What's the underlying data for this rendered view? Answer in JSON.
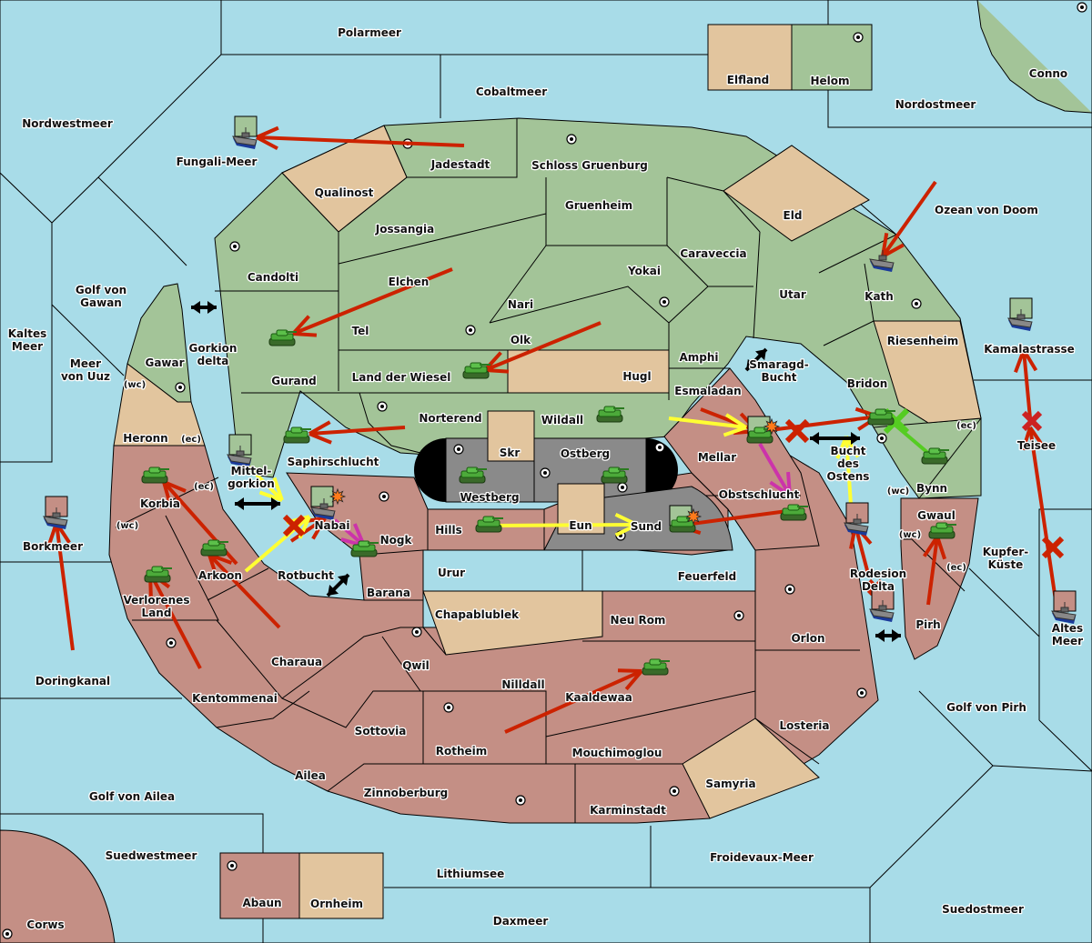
{
  "map": {
    "title": "Diplomacy map",
    "colors": {
      "sea": "#a8dce8",
      "power_green": "#a3c498",
      "power_red": "#c48f85",
      "neutral": "#e2c59e",
      "fortress": "#8a8a8a",
      "order_move": "#cc2200",
      "order_support": "#ffff33",
      "order_convoy": "#cc33aa",
      "order_hold_cut": "#55cc22"
    },
    "sea_labels": [
      {
        "id": "polarmeer",
        "text": "Polarmeer"
      },
      {
        "id": "cobaltmeer",
        "text": "Cobaltmeer"
      },
      {
        "id": "nordwestmeer",
        "text": "Nordwestmeer"
      },
      {
        "id": "fungali-meer",
        "text": "Fungali-Meer"
      },
      {
        "id": "nordostmeer",
        "text": "Nordostmeer"
      },
      {
        "id": "ozean-von-doom",
        "text": "Ozean von Doom"
      },
      {
        "id": "golf-von-gawan",
        "text": "Golf von\nGawan"
      },
      {
        "id": "kaltes-meer",
        "text": "Kaltes\nMeer"
      },
      {
        "id": "meer-von-uuz",
        "text": "Meer\nvon Uuz"
      },
      {
        "id": "gorkion-delta",
        "text": "Gorkion\ndelta"
      },
      {
        "id": "mittelgorkion",
        "text": "Mittel-\ngorkion"
      },
      {
        "id": "rotbucht",
        "text": "Rotbucht"
      },
      {
        "id": "borkmeer",
        "text": "Borkmeer"
      },
      {
        "id": "doringkanal",
        "text": "Doringkanal"
      },
      {
        "id": "golf-von-ailea",
        "text": "Golf von Ailea"
      },
      {
        "id": "suedwestmeer",
        "text": "Suedwestmeer"
      },
      {
        "id": "lithiumsee",
        "text": "Lithiumsee"
      },
      {
        "id": "daxmeer",
        "text": "Daxmeer"
      },
      {
        "id": "froidevaux-meer",
        "text": "Froidevaux-Meer"
      },
      {
        "id": "suedostmeer",
        "text": "Suedostmeer"
      },
      {
        "id": "golf-von-pirh",
        "text": "Golf von Pirh"
      },
      {
        "id": "kupfer-kueste",
        "text": "Kupfer-\nKüste"
      },
      {
        "id": "altes-meer",
        "text": "Altes\nMeer"
      },
      {
        "id": "teisee",
        "text": "Teisee"
      },
      {
        "id": "kamalastrasse",
        "text": "Kamalastrasse"
      },
      {
        "id": "smaragd-bucht",
        "text": "Smaragd-\nBucht"
      },
      {
        "id": "bucht-des-ostens",
        "text": "Bucht\ndes\nOstens"
      },
      {
        "id": "rodesion-delta",
        "text": "Rodesion\nDelta"
      }
    ],
    "land_labels": [
      {
        "id": "elfland",
        "text": "Elfland"
      },
      {
        "id": "helom",
        "text": "Helom"
      },
      {
        "id": "conno",
        "text": "Conno"
      },
      {
        "id": "jadestadt",
        "text": "Jadestadt"
      },
      {
        "id": "schloss-gruenburg",
        "text": "Schloss Gruenburg"
      },
      {
        "id": "qualinost",
        "text": "Qualinost"
      },
      {
        "id": "gruenheim",
        "text": "Gruenheim"
      },
      {
        "id": "eld",
        "text": "Eld"
      },
      {
        "id": "jossangia",
        "text": "Jossangia"
      },
      {
        "id": "caraveccia",
        "text": "Caraveccia"
      },
      {
        "id": "candolti",
        "text": "Candolti"
      },
      {
        "id": "elchen",
        "text": "Elchen"
      },
      {
        "id": "yokai",
        "text": "Yokai"
      },
      {
        "id": "nari",
        "text": "Nari"
      },
      {
        "id": "utar",
        "text": "Utar"
      },
      {
        "id": "kath",
        "text": "Kath"
      },
      {
        "id": "tel",
        "text": "Tel"
      },
      {
        "id": "olk",
        "text": "Olk"
      },
      {
        "id": "gawar",
        "text": "Gawar"
      },
      {
        "id": "gurand",
        "text": "Gurand"
      },
      {
        "id": "land-der-wiesel",
        "text": "Land der Wiesel"
      },
      {
        "id": "hugl",
        "text": "Hugl"
      },
      {
        "id": "amphi",
        "text": "Amphi"
      },
      {
        "id": "riesenheim",
        "text": "Riesenheim"
      },
      {
        "id": "esmaladan",
        "text": "Esmaladan"
      },
      {
        "id": "bridon",
        "text": "Bridon"
      },
      {
        "id": "heronn",
        "text": "Heronn"
      },
      {
        "id": "norterend",
        "text": "Norterend"
      },
      {
        "id": "wildall",
        "text": "Wildall"
      },
      {
        "id": "skr",
        "text": "Skr"
      },
      {
        "id": "ostberg",
        "text": "Ostberg"
      },
      {
        "id": "saphirschlucht",
        "text": "Saphirschlucht"
      },
      {
        "id": "mellar",
        "text": "Mellar"
      },
      {
        "id": "bynn",
        "text": "Bynn"
      },
      {
        "id": "westberg",
        "text": "Westberg"
      },
      {
        "id": "korbia",
        "text": "Korbia"
      },
      {
        "id": "obstschlucht",
        "text": "Obstschlucht"
      },
      {
        "id": "nabai",
        "text": "Nabai"
      },
      {
        "id": "gwaul",
        "text": "Gwaul"
      },
      {
        "id": "hills",
        "text": "Hills"
      },
      {
        "id": "eun",
        "text": "Eun"
      },
      {
        "id": "sund",
        "text": "Sund"
      },
      {
        "id": "nogk",
        "text": "Nogk"
      },
      {
        "id": "arkoon",
        "text": "Arkoon"
      },
      {
        "id": "urur",
        "text": "Urur"
      },
      {
        "id": "feuerfeld",
        "text": "Feuerfeld"
      },
      {
        "id": "barana",
        "text": "Barana"
      },
      {
        "id": "verlorenes-land",
        "text": "Verlorenes\nLand"
      },
      {
        "id": "chapablublek",
        "text": "Chapablublek"
      },
      {
        "id": "neu-rom",
        "text": "Neu Rom"
      },
      {
        "id": "pirh",
        "text": "Pirh"
      },
      {
        "id": "orlon",
        "text": "Orlon"
      },
      {
        "id": "qwil",
        "text": "Qwil"
      },
      {
        "id": "charaua",
        "text": "Charaua"
      },
      {
        "id": "nilldall",
        "text": "Nilldall"
      },
      {
        "id": "kaaldewaa",
        "text": "Kaaldewaa"
      },
      {
        "id": "kentommenai",
        "text": "Kentommenai"
      },
      {
        "id": "losteria",
        "text": "Losteria"
      },
      {
        "id": "sottovia",
        "text": "Sottovia"
      },
      {
        "id": "rotheim",
        "text": "Rotheim"
      },
      {
        "id": "mouchimoglou",
        "text": "Mouchimoglou"
      },
      {
        "id": "ailea",
        "text": "Ailea"
      },
      {
        "id": "samyria",
        "text": "Samyria"
      },
      {
        "id": "zinnoberburg",
        "text": "Zinnoberburg"
      },
      {
        "id": "karminstadt",
        "text": "Karminstadt"
      },
      {
        "id": "abaun",
        "text": "Abaun"
      },
      {
        "id": "ornheim",
        "text": "Ornheim"
      },
      {
        "id": "corws",
        "text": "Corws"
      }
    ],
    "coast_labels": [
      {
        "id": "gawar-wc",
        "text": "(wc)"
      },
      {
        "id": "heronn-ec",
        "text": "(ec)"
      },
      {
        "id": "korbia-ec",
        "text": "(ec)"
      },
      {
        "id": "korbia-wc",
        "text": "(wc)"
      },
      {
        "id": "bynn-ec",
        "text": "(ec)"
      },
      {
        "id": "bynn-wc",
        "text": "(wc)"
      },
      {
        "id": "gwaul-wc",
        "text": "(wc)"
      },
      {
        "id": "gwaul-ec",
        "text": "(ec)"
      }
    ]
  }
}
